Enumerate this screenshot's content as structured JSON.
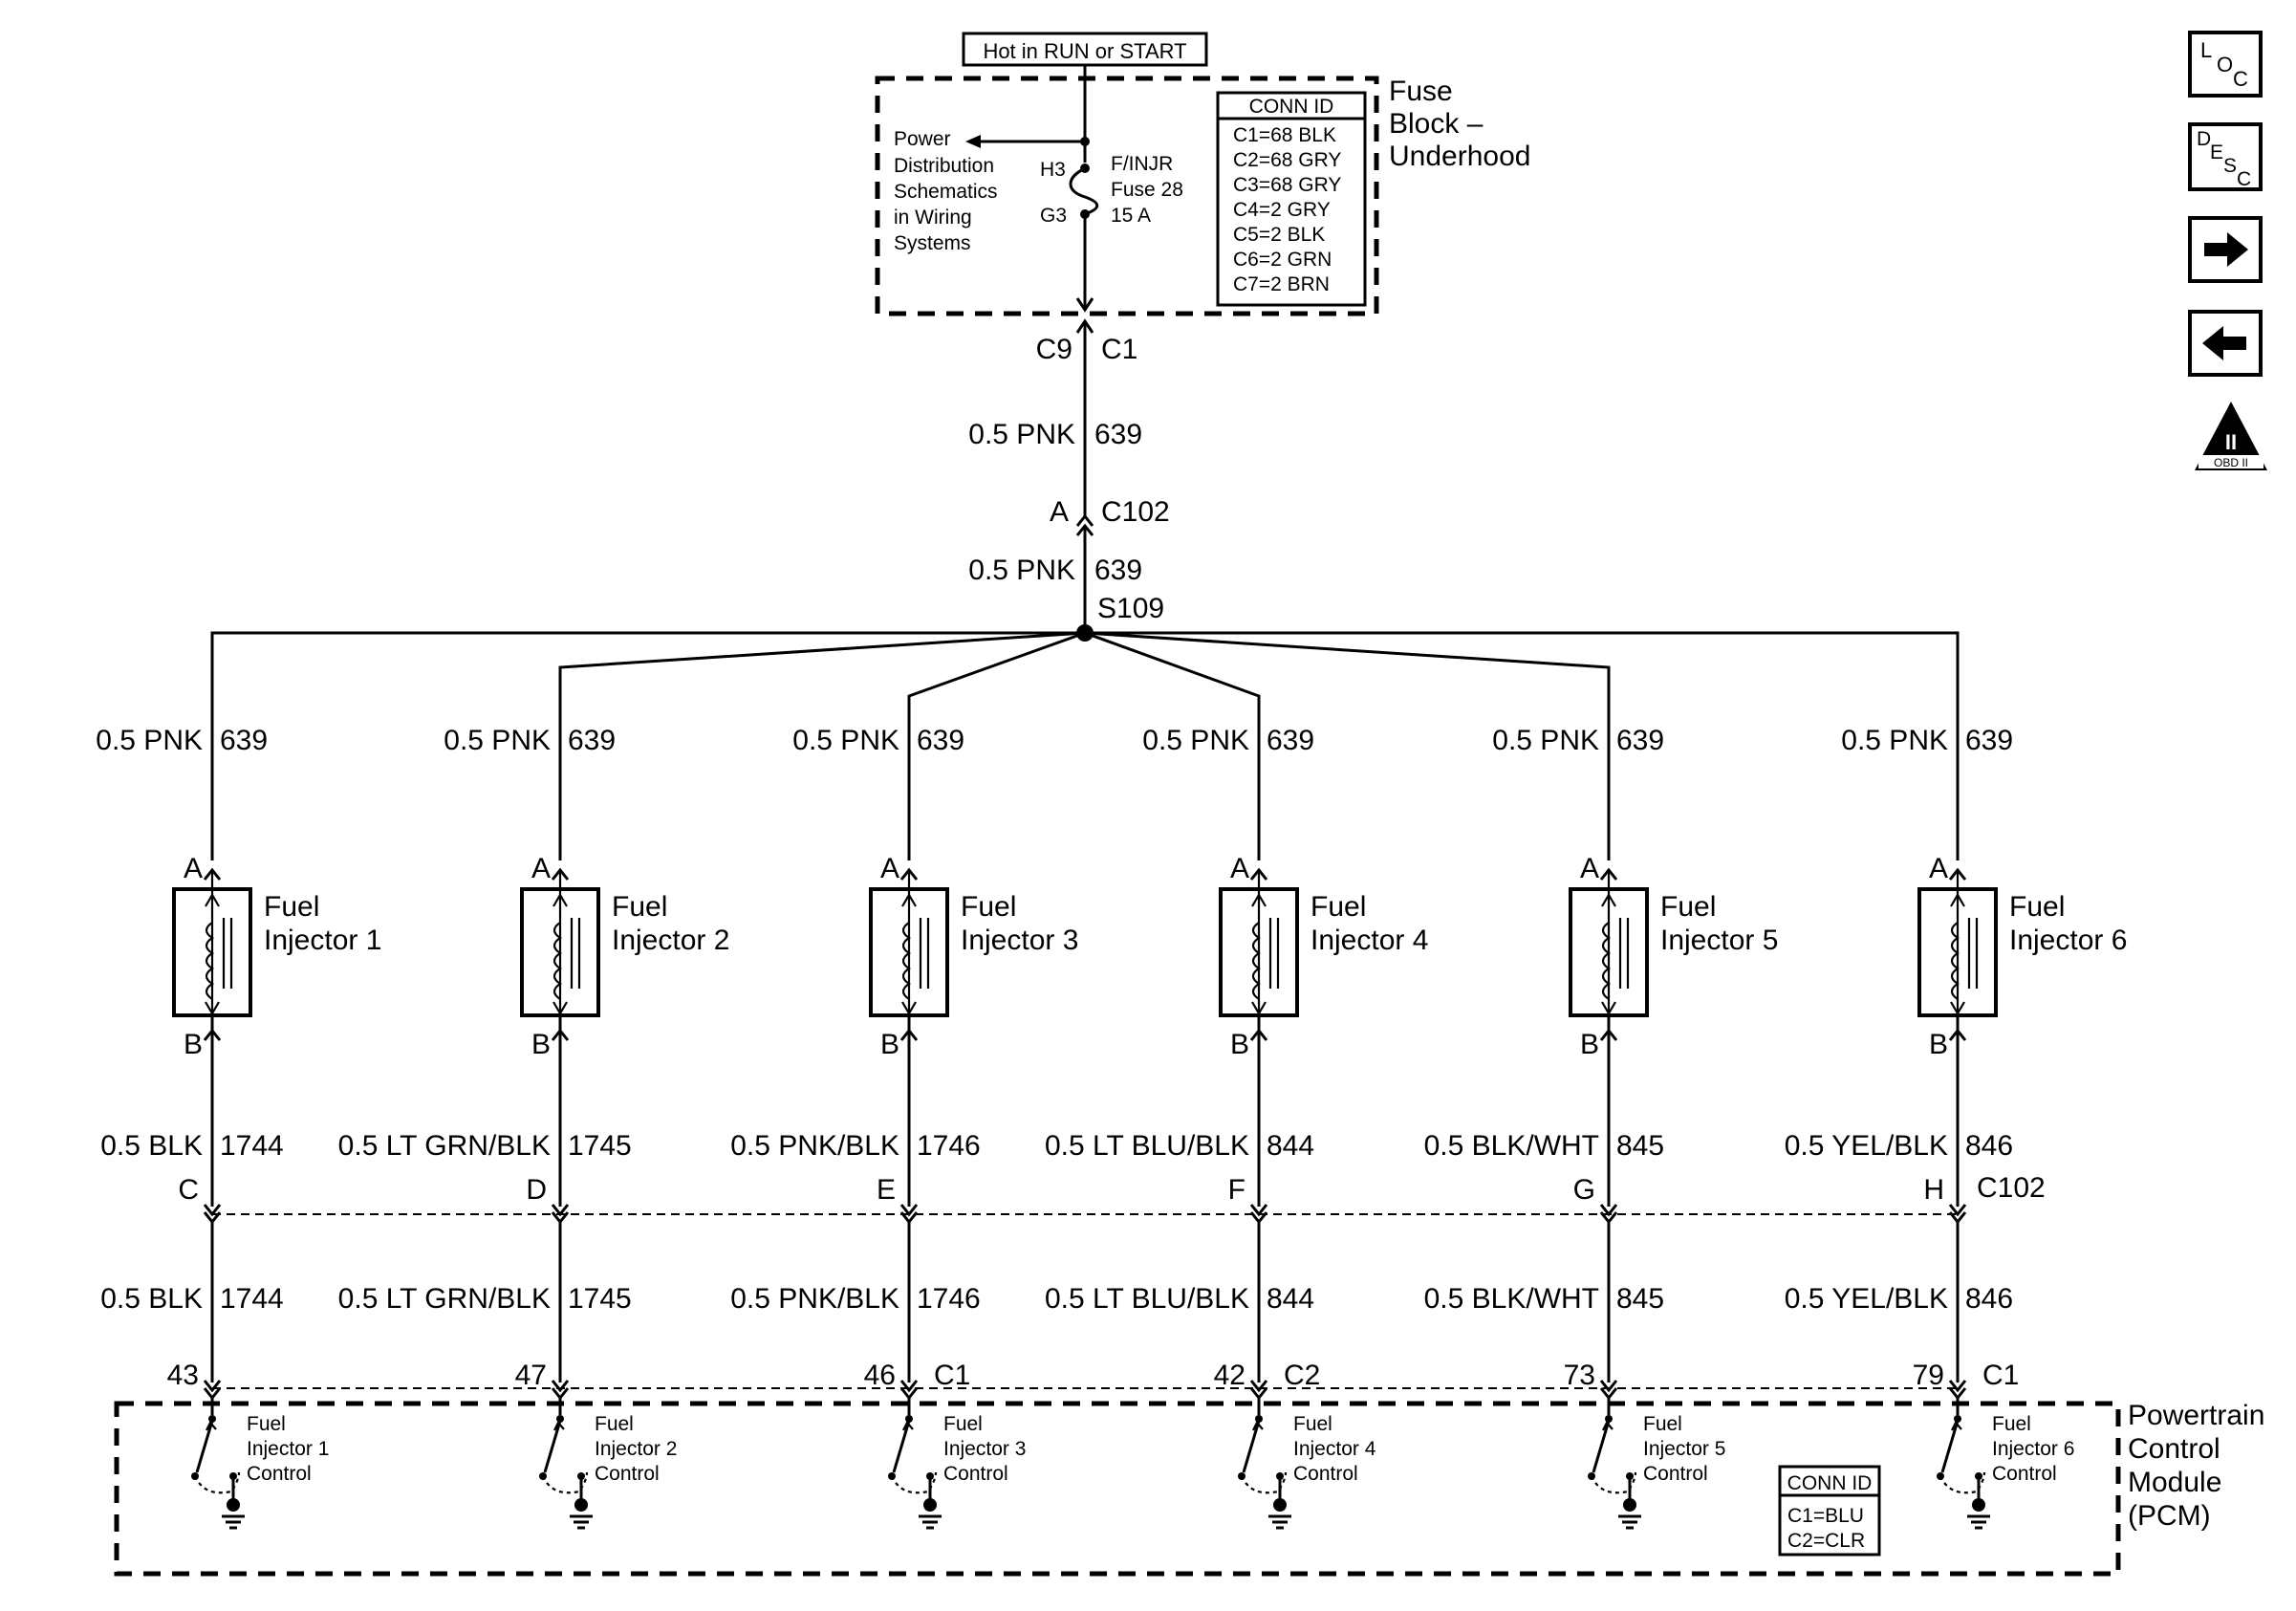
{
  "power_source": "Hot in RUN or START",
  "fuse_block": {
    "title_lines": [
      "Fuse",
      "Block –",
      "Underhood"
    ],
    "power_ref_lines": [
      "Power",
      "Distribution",
      "Schematics",
      "in Wiring",
      "Systems"
    ],
    "fuse_pins": {
      "top": "H3",
      "bottom": "G3"
    },
    "fuse_label_lines": [
      "F/INJR",
      "Fuse 28",
      "15 A"
    ],
    "conn_id": {
      "title": "CONN ID",
      "rows": [
        "C1=68 BLK",
        "C2=68 GRY",
        "C3=68 GRY",
        "C4=2 GRY",
        "C5=2 BLK",
        "C6=2 GRN",
        "C7=2 BRN"
      ]
    }
  },
  "feed": {
    "conn_left": "C9",
    "conn_right": "C1",
    "wire1_gauge_color": "0.5 PNK",
    "wire1_circuit": "639",
    "c102_pin": "A",
    "c102_label": "C102",
    "wire2_gauge_color": "0.5 PNK",
    "wire2_circuit": "639",
    "splice": "S109"
  },
  "injectors": [
    {
      "top_wire": "0.5 PNK",
      "top_circuit": "639",
      "pin_a": "A",
      "pin_b": "B",
      "name_lines": [
        "Fuel",
        "Injector 1"
      ],
      "out_wire": "0.5 BLK",
      "out_circuit": "1744",
      "c102_pin": "C",
      "in_wire": "0.5 BLK",
      "in_circuit": "1744",
      "pcm_pin": "43",
      "pcm_conn": "",
      "ctrl_lines": [
        "Fuel",
        "Injector 1",
        "Control"
      ]
    },
    {
      "top_wire": "0.5 PNK",
      "top_circuit": "639",
      "pin_a": "A",
      "pin_b": "B",
      "name_lines": [
        "Fuel",
        "Injector 2"
      ],
      "out_wire": "0.5 LT GRN/BLK",
      "out_circuit": "1745",
      "c102_pin": "D",
      "in_wire": "0.5 LT GRN/BLK",
      "in_circuit": "1745",
      "pcm_pin": "47",
      "pcm_conn": "",
      "ctrl_lines": [
        "Fuel",
        "Injector 2",
        "Control"
      ]
    },
    {
      "top_wire": "0.5 PNK",
      "top_circuit": "639",
      "pin_a": "A",
      "pin_b": "B",
      "name_lines": [
        "Fuel",
        "Injector 3"
      ],
      "out_wire": "0.5 PNK/BLK",
      "out_circuit": "1746",
      "c102_pin": "E",
      "in_wire": "0.5 PNK/BLK",
      "in_circuit": "1746",
      "pcm_pin": "46",
      "pcm_conn": "C1",
      "ctrl_lines": [
        "Fuel",
        "Injector 3",
        "Control"
      ]
    },
    {
      "top_wire": "0.5 PNK",
      "top_circuit": "639",
      "pin_a": "A",
      "pin_b": "B",
      "name_lines": [
        "Fuel",
        "Injector 4"
      ],
      "out_wire": "0.5 LT BLU/BLK",
      "out_circuit": "844",
      "c102_pin": "F",
      "in_wire": "0.5 LT BLU/BLK",
      "in_circuit": "844",
      "pcm_pin": "42",
      "pcm_conn": "C2",
      "ctrl_lines": [
        "Fuel",
        "Injector 4",
        "Control"
      ]
    },
    {
      "top_wire": "0.5 PNK",
      "top_circuit": "639",
      "pin_a": "A",
      "pin_b": "B",
      "name_lines": [
        "Fuel",
        "Injector 5"
      ],
      "out_wire": "0.5 BLK/WHT",
      "out_circuit": "845",
      "c102_pin": "G",
      "in_wire": "0.5 BLK/WHT",
      "in_circuit": "845",
      "pcm_pin": "73",
      "pcm_conn": "",
      "ctrl_lines": [
        "Fuel",
        "Injector 5",
        "Control"
      ]
    },
    {
      "top_wire": "0.5 PNK",
      "top_circuit": "639",
      "pin_a": "A",
      "pin_b": "B",
      "name_lines": [
        "Fuel",
        "Injector 6"
      ],
      "out_wire": "0.5 YEL/BLK",
      "out_circuit": "846",
      "c102_pin": "H",
      "in_wire": "0.5 YEL/BLK",
      "in_circuit": "846",
      "pcm_pin": "79",
      "pcm_conn": "C1",
      "ctrl_lines": [
        "Fuel",
        "Injector 6",
        "Control"
      ]
    }
  ],
  "c102_label": "C102",
  "pcm": {
    "title_lines": [
      "Powertrain",
      "Control",
      "Module",
      "(PCM)"
    ],
    "conn_id": {
      "title": "CONN ID",
      "rows": [
        "C1=BLU",
        "C2=CLR"
      ]
    }
  },
  "nav": {
    "loc": {
      "l1": "L",
      "l2": "O",
      "l3": "C"
    },
    "desc": {
      "l1": "D",
      "l2": "E",
      "l3": "S",
      "l4": "C"
    },
    "next_icon": "arrow-right",
    "prev_icon": "arrow-left",
    "obd": {
      "big": "II",
      "small": "OBD II"
    }
  }
}
